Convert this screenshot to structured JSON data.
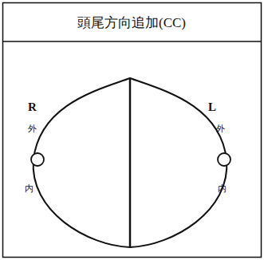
{
  "diagram": {
    "title": "頭尾方向追加(CC)",
    "labels": [
      "R",
      "外",
      "内",
      "L",
      "外",
      "内"
    ]
  }
}
